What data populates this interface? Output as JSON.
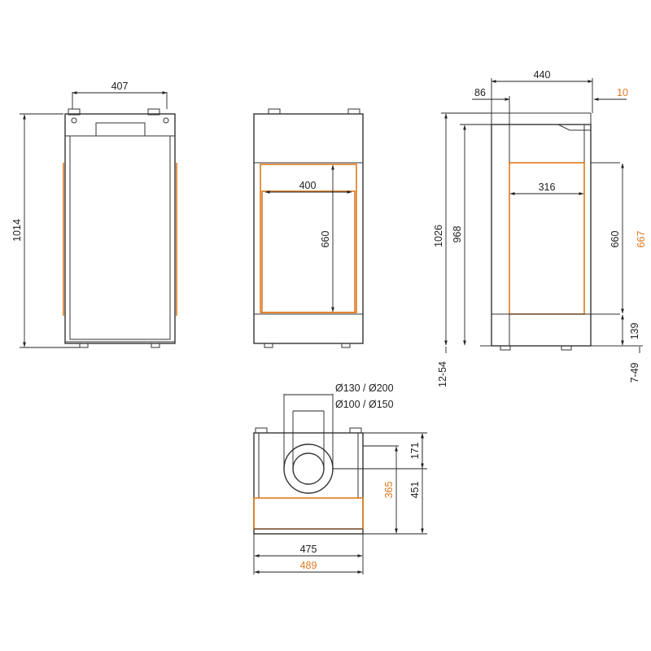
{
  "colors": {
    "line": "#333333",
    "accent": "#e07a1f",
    "background": "#ffffff"
  },
  "front_view": {
    "width_label": "407",
    "height_label": "1014"
  },
  "door_view": {
    "door_width_label": "400",
    "door_height_label": "660"
  },
  "side_view": {
    "depth_label": "440",
    "offset_label": "86",
    "protrusion_label": "10",
    "overall_height_label": "1026",
    "body_height_label": "968",
    "opening_depth_label": "316",
    "opening_height_label": "660",
    "opening_height_alt_label": "667",
    "base_height_label": "139",
    "leg_label_left": "12-54",
    "leg_label_right": "7-49"
  },
  "top_view": {
    "outer_flue_label": "Ø130 / Ø200",
    "inner_flue_label": "Ø100 / Ø150",
    "flue_offset_label": "171",
    "depth_label": "451",
    "depth_alt_label": "365",
    "width_label": "475",
    "width_alt_label": "489"
  }
}
